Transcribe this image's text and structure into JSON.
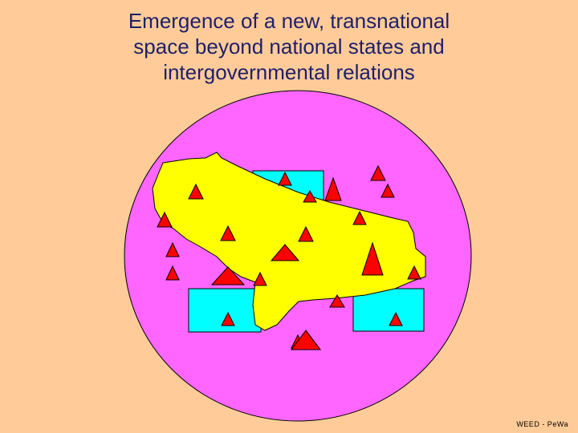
{
  "slide": {
    "title_lines": [
      "Emergence of a new, transnational",
      "space beyond national states and",
      "intergovernmental relations"
    ],
    "credit": "WEED - PeWa"
  },
  "colors": {
    "background": "#FFCC99",
    "circle": "#FF66FF",
    "transnational_space": "#FFFF00",
    "national_state": "#00FFFF",
    "actor": "#FF0000",
    "title": "#1F1F6B"
  }
}
